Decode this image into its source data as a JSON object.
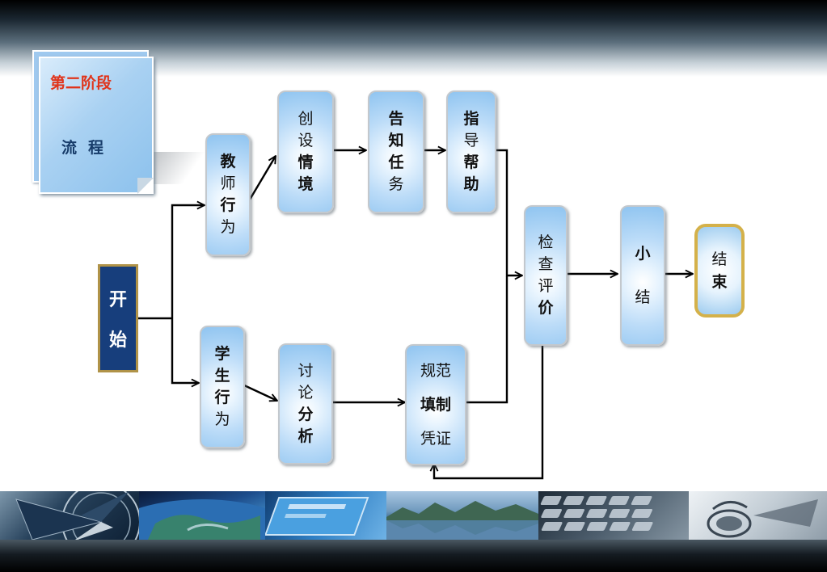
{
  "stage_card": {
    "title": "第二阶段",
    "subtitle": "流程"
  },
  "start": {
    "chars": [
      "开",
      "始"
    ]
  },
  "end": {
    "chars": [
      "结",
      "束"
    ]
  },
  "teacher_path": {
    "teacher_behavior": [
      "教",
      "师",
      "行",
      "为"
    ],
    "create_situation": [
      "创",
      "设",
      "情",
      "境"
    ],
    "announce_task": [
      "告",
      "知",
      "任",
      "务"
    ],
    "guide_help": [
      "指",
      "导",
      "帮",
      "助"
    ]
  },
  "student_path": {
    "student_behavior": [
      "学",
      "生",
      "行",
      "为"
    ],
    "discuss_analyze": [
      "讨",
      "论",
      "分",
      "析"
    ],
    "fill_vouchers": [
      "规范",
      "填制",
      "凭证"
    ]
  },
  "check_evaluate": [
    "检",
    "查",
    "评",
    "价"
  ],
  "summary": [
    "小",
    "结"
  ],
  "colors": {
    "box_fill": "#8fc4f0",
    "start_fill": "#173e7c",
    "gold_border": "#d4b14a",
    "stage_title": "#e0351c",
    "stage_subtitle": "#173c6a",
    "arrow": "#000000"
  },
  "decorations": [
    "compass-photo",
    "globe-photo",
    "tablet-photo",
    "lake-photo",
    "keyboard-photo",
    "money-coins-photo"
  ]
}
